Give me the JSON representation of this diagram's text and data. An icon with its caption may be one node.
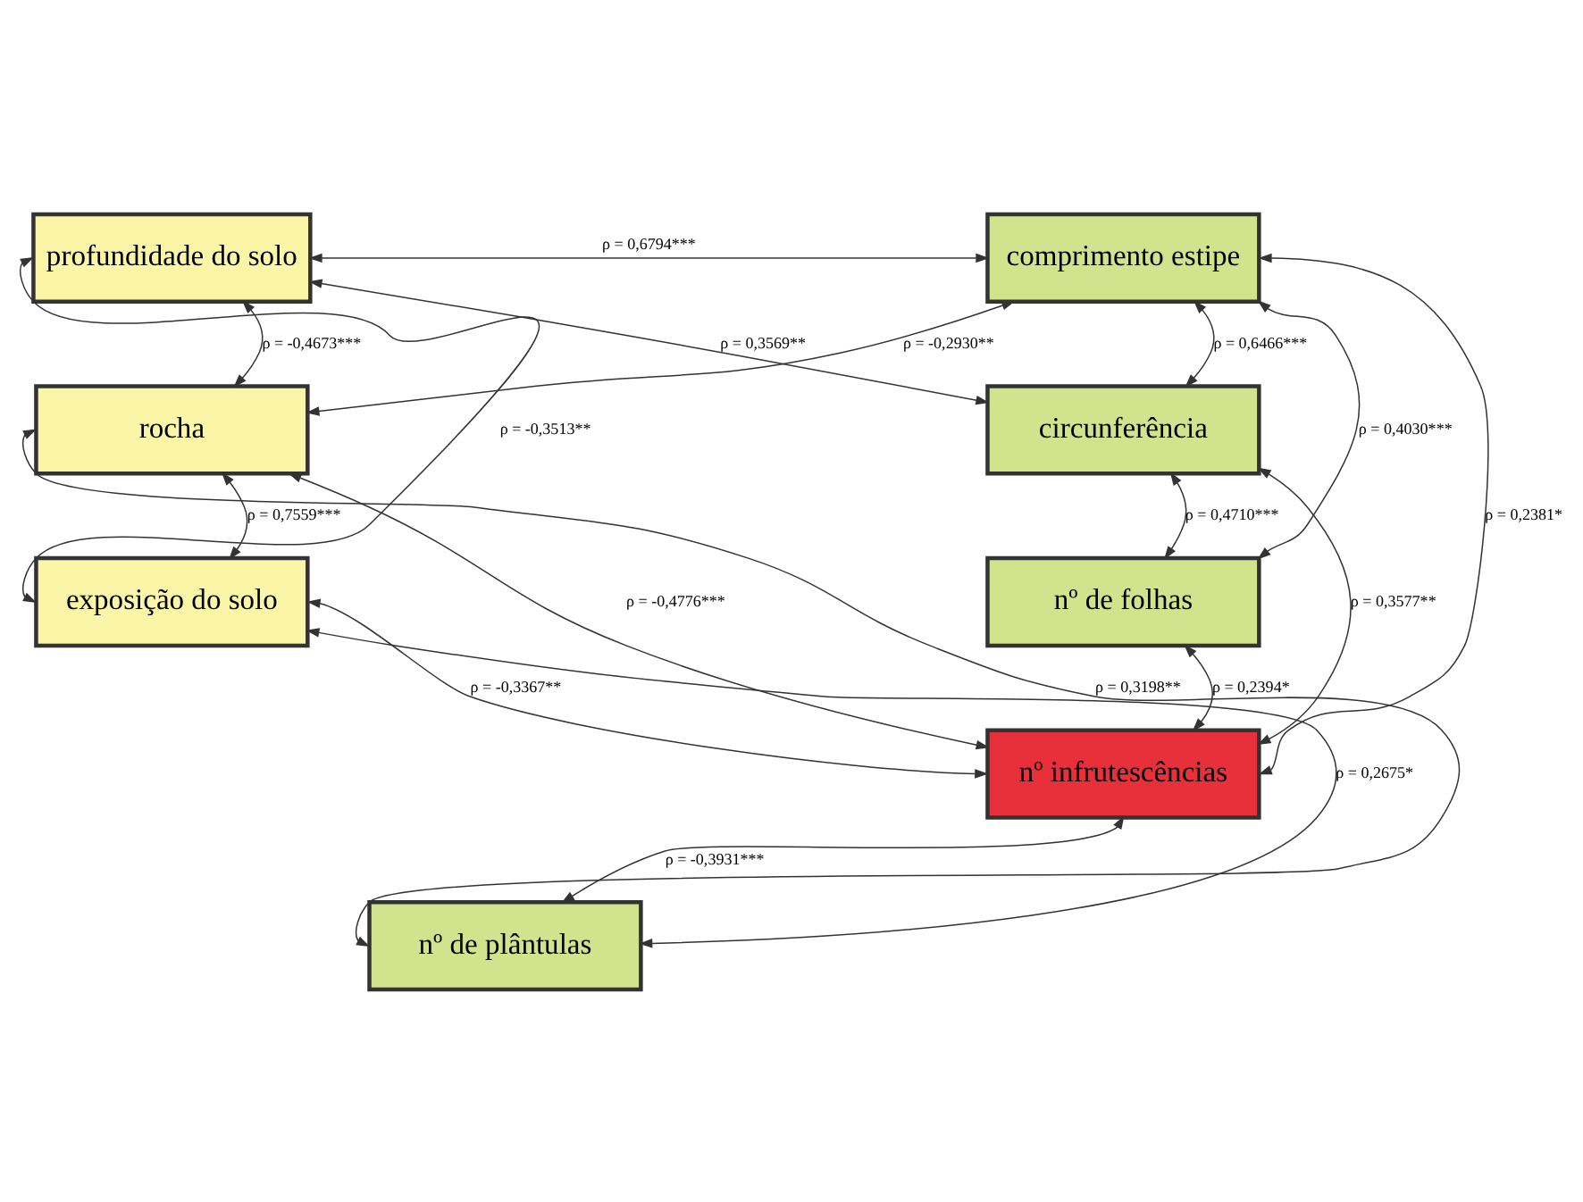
{
  "diagram": {
    "nodes": [
      {
        "text": [
          "profundidade do solo"
        ]
      },
      {
        "text": [
          "rocha"
        ]
      },
      {
        "text": [
          "exposição do solo"
        ]
      },
      {
        "text": [
          "comprimento estipe"
        ]
      },
      {
        "text": [
          "circunferência"
        ]
      },
      {
        "text": [
          "nº de folhas"
        ]
      },
      {
        "text": [
          "nº infrutescências"
        ]
      },
      {
        "text": [
          "nº de plântulas"
        ]
      }
    ],
    "edges": [
      {
        "from": 0,
        "to": 3,
        "arrow": "both",
        "label": "ρ = 0,6794***"
      },
      {
        "from": 1,
        "to": 3,
        "arrow": "both",
        "label": "ρ = -0,2930**"
      },
      {
        "from": 0,
        "to": 4,
        "arrow": "both",
        "label": "ρ = 0,3569**"
      },
      {
        "from": 3,
        "to": 4,
        "arrow": "both",
        "label": "ρ = 0,6466***"
      },
      {
        "from": 0,
        "to": 1,
        "arrow": "both",
        "label": "ρ = -0,4673***"
      },
      {
        "from": 0,
        "to": 2,
        "arrow": "both",
        "label": "ρ = -0,3513**"
      },
      {
        "from": 4,
        "to": 6,
        "arrow": "both",
        "label": "ρ = 0,3577**"
      },
      {
        "from": 4,
        "to": 5,
        "arrow": "both",
        "label": "ρ = 0,4710***"
      },
      {
        "from": 3,
        "to": 5,
        "arrow": "both",
        "label": "ρ = 0,4030***"
      },
      {
        "from": 1,
        "to": 6,
        "arrow": "both",
        "label": "ρ = -0,4776***"
      },
      {
        "from": 1,
        "to": 2,
        "arrow": "both",
        "label": "ρ = 0,7559***"
      },
      {
        "from": 5,
        "to": 6,
        "arrow": "both",
        "label": "ρ = 0,2394*"
      },
      {
        "from": 3,
        "to": 6,
        "arrow": "both",
        "label": "ρ = 0,2381*"
      },
      {
        "from": 2,
        "to": 6,
        "arrow": "both",
        "label": "ρ = -0,3367**"
      },
      {
        "from": 2,
        "to": 7,
        "arrow": "both",
        "label": "ρ = 0,2675*"
      },
      {
        "from": 1,
        "to": 7,
        "arrow": "both",
        "label": "ρ = 0,3198**"
      },
      {
        "from": 7,
        "to": 6,
        "arrow": "both",
        "label": "ρ = -0,3931***"
      }
    ]
  }
}
